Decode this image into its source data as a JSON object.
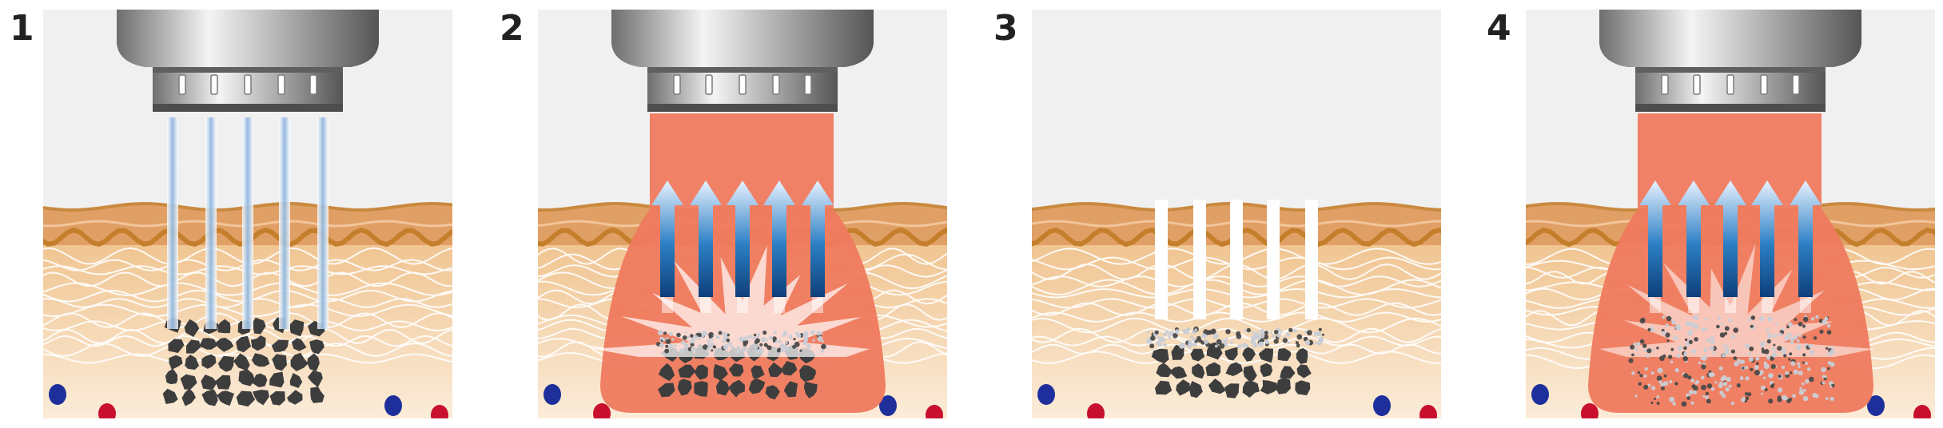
{
  "panels": [
    {
      "number": "1",
      "stage": "cold-needles",
      "energy_beam": false,
      "needles": "cold",
      "exit_arrows": false,
      "burst": false,
      "shattered_particles": "none",
      "pigment_cluster": "full",
      "handpiece": true
    },
    {
      "number": "2",
      "stage": "laser-shatter",
      "energy_beam": true,
      "needles": "channels",
      "exit_arrows": true,
      "burst": true,
      "shattered_particles": "layer",
      "pigment_cluster": "partial",
      "handpiece": true
    },
    {
      "number": "3",
      "stage": "open-channels",
      "energy_beam": false,
      "needles": "open",
      "exit_arrows": false,
      "burst": false,
      "shattered_particles": "thin",
      "pigment_cluster": "partial",
      "handpiece": false
    },
    {
      "number": "4",
      "stage": "laser-clear",
      "energy_beam": true,
      "needles": "channels",
      "exit_arrows": true,
      "burst": true,
      "shattered_particles": "dense",
      "pigment_cluster": "none",
      "handpiece": true
    }
  ],
  "colors": {
    "background": "#f0f0f0",
    "epidermis": "#e0a065",
    "epidermis_edge": "#c9893f",
    "wave_line": "#c57f2c",
    "dermis_top": "#f0c490",
    "dermis_bottom": "#fbecd9",
    "beam": "#ef7a5e",
    "needle_blue": "#8fb6de",
    "pigment": "#3d3d3d",
    "blood_red": "#c8102e",
    "blood_blue": "#1e2f9c",
    "metal": "#b8b8b8"
  }
}
